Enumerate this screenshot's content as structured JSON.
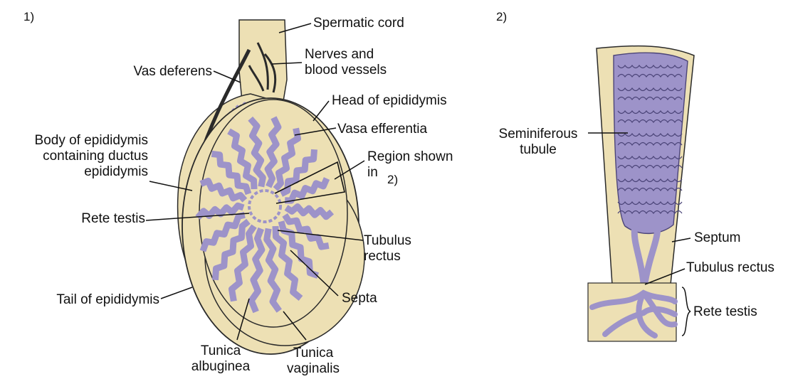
{
  "panel1": {
    "number": "1)",
    "labels": {
      "spermatic_cord": "Spermatic cord",
      "nerves": "Nerves and\nblood vessels",
      "vas_deferens": "Vas deferens",
      "head_epididymis": "Head of epididymis",
      "vasa_efferentia": "Vasa efferentia",
      "body_epididymis": "Body of epididymis\ncontaining ductus\nepididymis",
      "region_shown": "Region shown\nin",
      "region_ref": "2)",
      "rete_testis": "Rete testis",
      "tubulus_rectus": "Tubulus\nrectus",
      "septa": "Septa",
      "tail_epididymis": "Tail of epididymis",
      "tunica_albuginea": "Tunica\nalbuginea",
      "tunica_vaginalis": "Tunica\nvaginalis"
    }
  },
  "panel2": {
    "number": "2)",
    "labels": {
      "seminiferous_tubule": "Seminiferous\ntubule",
      "septum": "Septum",
      "tubulus_rectus": "Tubulus rectus",
      "rete_testis": "Rete testis"
    }
  },
  "colors": {
    "tissue": "#ede0b4",
    "tubule": "#9d93c9",
    "outline": "#2a2a2a",
    "line": "#111111"
  }
}
